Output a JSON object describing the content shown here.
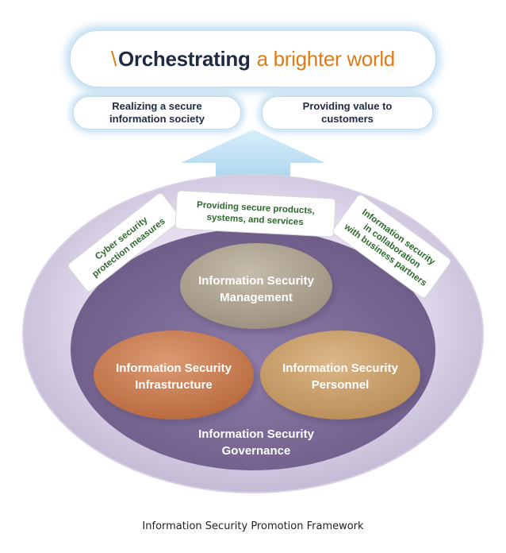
{
  "banner": {
    "slash": "\\",
    "word_bold": "Orchestrating",
    "word_rest": "a brighter world"
  },
  "goals": {
    "left": "Realizing a secure\ninformation society",
    "right": "Providing value to\ncustomers"
  },
  "outer_ring": {
    "left_line1": "Cyber security",
    "left_line2": "protection measures",
    "center_line1": "Providing secure products,",
    "center_line2": "systems, and services",
    "right_line1": "Information security",
    "right_line2": "in collaboration",
    "right_line3": "with business partners"
  },
  "circles": {
    "management_line1": "Information Security",
    "management_line2": "Management",
    "infrastructure_line1": "Information Security",
    "infrastructure_line2": "Infrastructure",
    "personnel_line1": "Information Security",
    "personnel_line2": "Personnel"
  },
  "governance": {
    "line1": "Information Security",
    "line2": "Governance"
  },
  "caption": "Information Security Promotion Framework",
  "colors": {
    "navy_text": "#1f2a44",
    "orange_accent": "#e07b18",
    "green_text": "#2d6b2d",
    "management_circle": "#a89e8c",
    "infrastructure_circle": "#c97a4e",
    "personnel_circle": "#caa06c",
    "inner_ellipse": "#7f6c98",
    "outer_ellipse": "#c9c0d8",
    "arrow": "#bfe0f2"
  }
}
